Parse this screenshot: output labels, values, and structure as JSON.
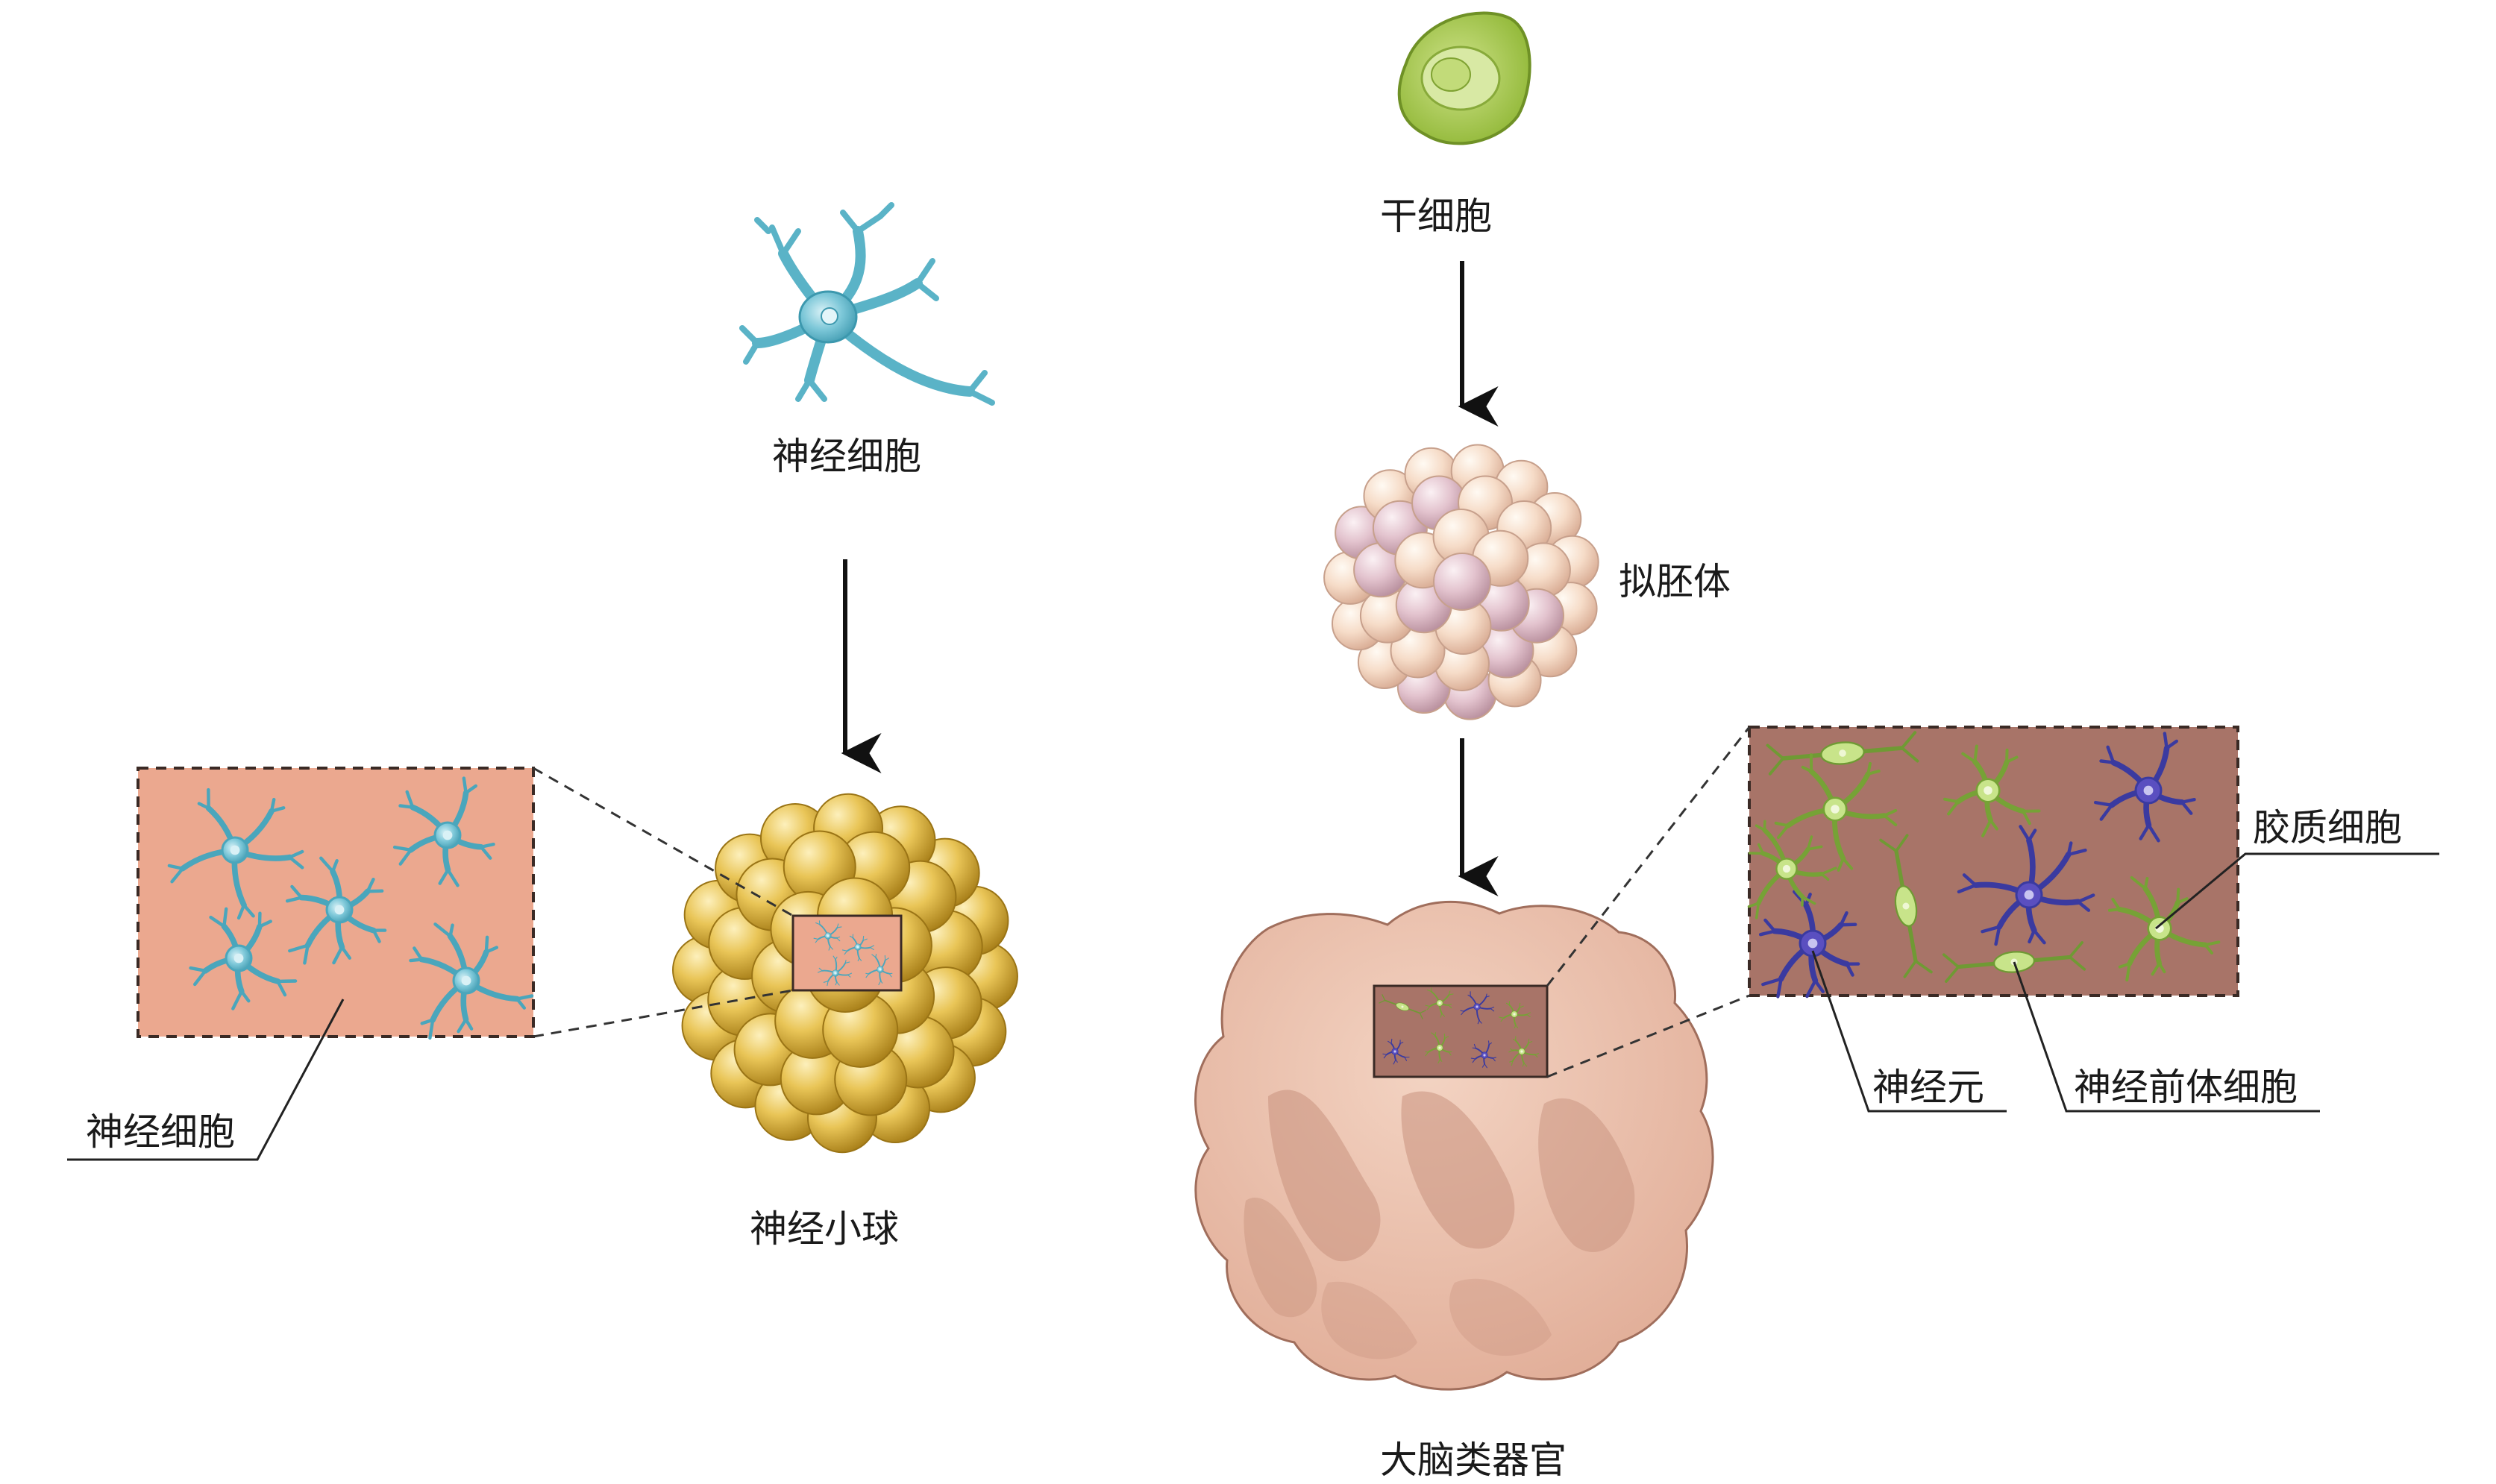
{
  "labels": {
    "neuron_top": "神经细胞",
    "neuron_callout": "神经细胞",
    "neurosphere": "神经小球",
    "stem_cell": "干细胞",
    "embryoid_body": "拟胚体",
    "brain_organoid": "大脑类器官",
    "glia": "胶质细胞",
    "neuron": "神经元",
    "npc": "神经前体细胞"
  },
  "colors": {
    "neuron_cyan": "#5fb6c9",
    "neuron_nucleus": "#bfe6ee",
    "panel_salmon": "#eba88f",
    "sphere_gold": "#d8b23a",
    "sphere_highlight": "#f4dc84",
    "stem_green": "#9cc23e",
    "stem_light": "#d9e9a6",
    "embryoid_peach": "#f2d2bc",
    "embryoid_mauve": "#dcb7c3",
    "organoid_skin": "#e8bba6",
    "organoid_shadow": "#c9927f",
    "panel_brown": "#a87468",
    "glia_green": "#a7d26a",
    "neuron_purple": "#3a3aa0",
    "arrow": "#111111"
  }
}
